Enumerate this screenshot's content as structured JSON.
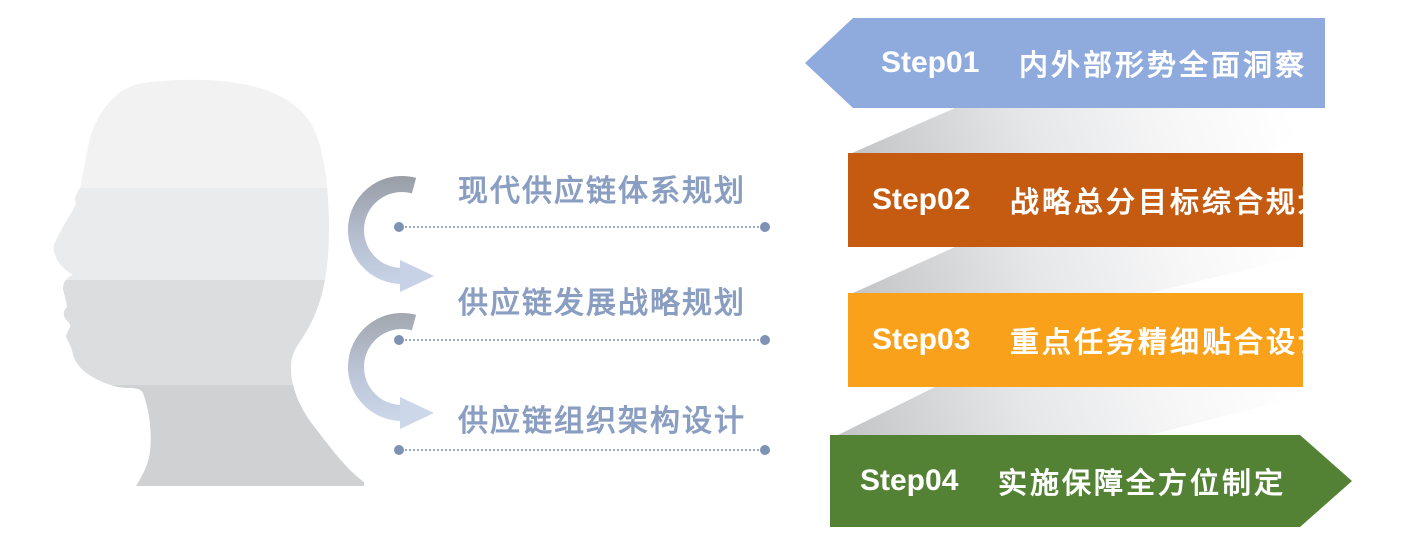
{
  "diagram": {
    "theme": "supply-chain planning steps",
    "head_section": {
      "band_colors": [
        "#f2f2f3",
        "#eaebec",
        "#dcddde",
        "#d0d1d2"
      ],
      "labels": [
        {
          "text": "现代供应链体系规划"
        },
        {
          "text": "供应链发展战略规划"
        },
        {
          "text": "供应链组织架构设计"
        }
      ],
      "label_color": "#8A9EC2",
      "dotted_line_color": "#9AABC8",
      "arrow_gradient": [
        "#999EA6",
        "#CCD7EA"
      ]
    },
    "steps": [
      {
        "step": "Step01",
        "title": "内外部形势全面洞察",
        "color": "#8FAADC",
        "shape": "arrow-left"
      },
      {
        "step": "Step02",
        "title": "战略总分目标综合规划",
        "color": "#C55A11",
        "shape": "rectangle"
      },
      {
        "step": "Step03",
        "title": "重点任务精细贴合设计",
        "color": "#F9A11B",
        "shape": "rectangle"
      },
      {
        "step": "Step04",
        "title": "实施保障全方位制定",
        "color": "#548235",
        "shape": "arrow-right"
      }
    ],
    "connector_gradient": [
      "#c3c4c6",
      "#ffffff"
    ],
    "background": "#ffffff",
    "text_color_on_banners": "#ffffff"
  }
}
